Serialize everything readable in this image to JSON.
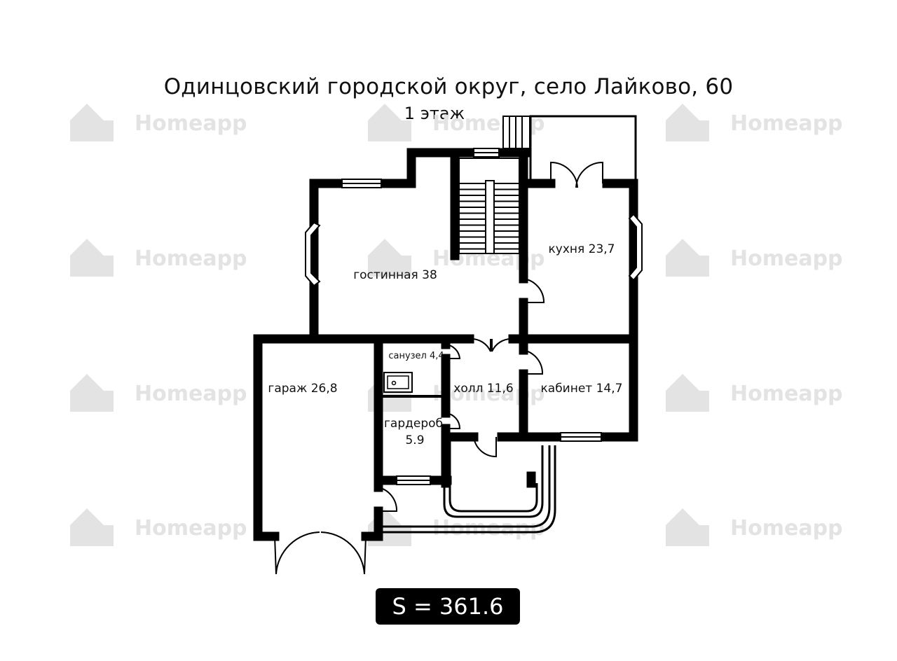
{
  "header": {
    "address": "Одинцовский городской округ, село Лайково, 60",
    "floor": "1 этаж"
  },
  "rooms": {
    "living": {
      "name": "гостинная 38"
    },
    "kitchen": {
      "name": "кухня 23,7"
    },
    "bathroom": {
      "name": "санузел 4,4"
    },
    "garage": {
      "name": "гараж 26,8"
    },
    "hall": {
      "name": "холл 11,6"
    },
    "office": {
      "name": "кабинет 14,7"
    },
    "wardrobe": {
      "name_line1": "гардероб",
      "name_line2": "5.9"
    }
  },
  "total_area": {
    "label": "S = 361.6 м2"
  },
  "watermark": {
    "brand": "Homeapp",
    "brand_icon": "house-icon"
  },
  "colors": {
    "wall": "#000000",
    "watermark": "#e3e3e3",
    "badge_bg": "#000000",
    "badge_text": "#ffffff"
  }
}
